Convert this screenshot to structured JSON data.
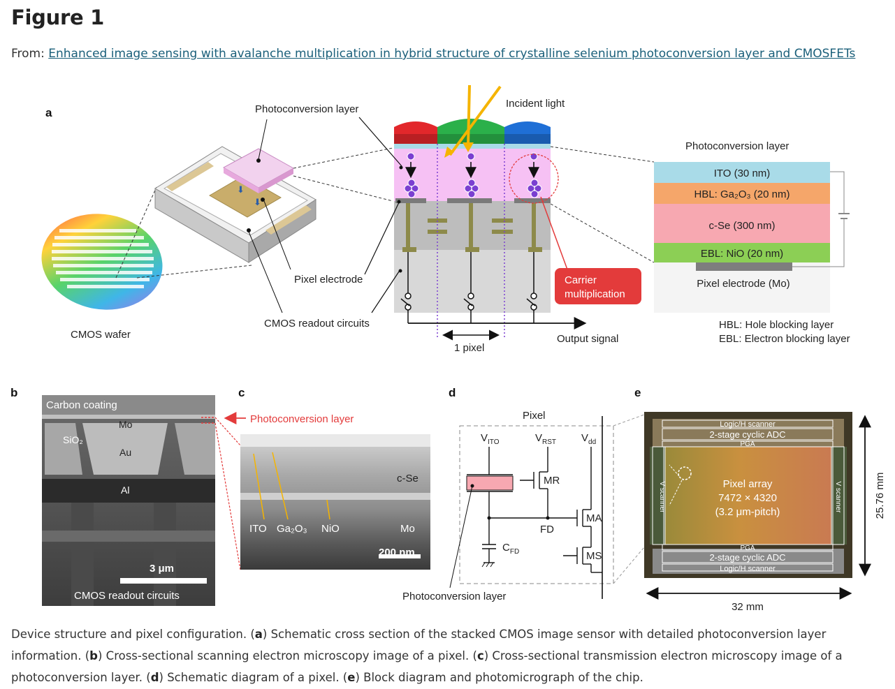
{
  "title": "Figure 1",
  "from_prefix": "From: ",
  "article_link": "Enhanced image sensing with avalanche multiplication in hybrid structure of crystalline selenium photoconversion layer and CMOSFETs",
  "panel_a": {
    "label": "a",
    "photoconversion_layer": "Photoconversion layer",
    "incident_light": "Incident light",
    "pixel_electrode": "Pixel electrode",
    "cmos_readout_circuits": "CMOS readout circuits",
    "cmos_wafer": "CMOS wafer",
    "carrier_multiplication_1": "Carrier",
    "carrier_multiplication_2": "multiplication",
    "one_pixel": "1 pixel",
    "output_signal": "Output signal",
    "stack_title": "Photoconversion layer",
    "layer_ito": "ITO (30 nm)",
    "layer_hbl": "HBL: Ga₂O₃ (20 nm)",
    "layer_cse": "c-Se (300 nm)",
    "layer_ebl": "EBL: NiO (20 nm)",
    "stack_pixel_electrode": "Pixel electrode (Mo)",
    "legend_hbl": "HBL: Hole blocking layer",
    "legend_ebl": "EBL: Electron blocking layer"
  },
  "panel_b": {
    "label": "b",
    "carbon_coating": "Carbon coating",
    "mo": "Mo",
    "sio2": "SiO₂",
    "au": "Au",
    "al": "Al",
    "scale": "3 μm",
    "cmos_readout": "CMOS readout circuits"
  },
  "panel_c": {
    "label": "c",
    "photoconversion_layer": "Photoconversion layer",
    "cse": "c-Se",
    "ito": "ITO",
    "ga2o3": "Ga₂O₃",
    "nio": "NiO",
    "mo": "Mo",
    "scale": "200 nm"
  },
  "panel_d": {
    "label": "d",
    "pixel": "Pixel",
    "vito": "V",
    "vito_sub": "ITO",
    "vrst": "V",
    "vrst_sub": "RST",
    "vdd": "V",
    "vdd_sub": "dd",
    "mr": "MR",
    "ma": "MA",
    "ms": "MS",
    "fd": "FD",
    "cfd": "C",
    "cfd_sub": "FD",
    "photoconversion_layer": "Photoconversion layer"
  },
  "panel_e": {
    "label": "e",
    "logic_h_scanner_top": "Logic/H scanner",
    "adc_top": "2-stage cyclic ADC",
    "pga_top": "PGA",
    "v_scanner_left": "V scanner",
    "v_scanner_right": "V scanner",
    "pixel_array": "Pixel array",
    "pixel_count": "7472 × 4320",
    "pitch": "(3.2 μm-pitch)",
    "pga_bottom": "PGA",
    "adc_bottom": "2-stage cyclic ADC",
    "logic_h_scanner_bottom": "Logic/H scanner",
    "width": "32 mm",
    "height": "25.76 mm"
  },
  "caption": {
    "c0": "Device structure and pixel configuration. (",
    "la": "a",
    "t1": ") Schematic cross section of the stacked CMOS image sensor with detailed photoconversion layer information. (",
    "lb": "b",
    "t2": ") Cross-sectional scanning electron microscopy image of a pixel. (",
    "lc": "c",
    "t3": ") Cross-sectional transmission electron microscopy image of a photoconversion layer. (",
    "ld": "d",
    "t4": ") Schematic diagram of a pixel. (",
    "le": "e",
    "t5": ") Block diagram and photomicrograph of the chip."
  },
  "colors": {
    "ito": "#a9dbe8",
    "hbl": "#f5a66a",
    "cse": "#f7a8b1",
    "ebl": "#8ccf55",
    "photo_pink": "#f6c1f4",
    "light_arrow": "#f5b400",
    "carrier_red": "#e33b3b",
    "link": "#1a5f7a"
  }
}
